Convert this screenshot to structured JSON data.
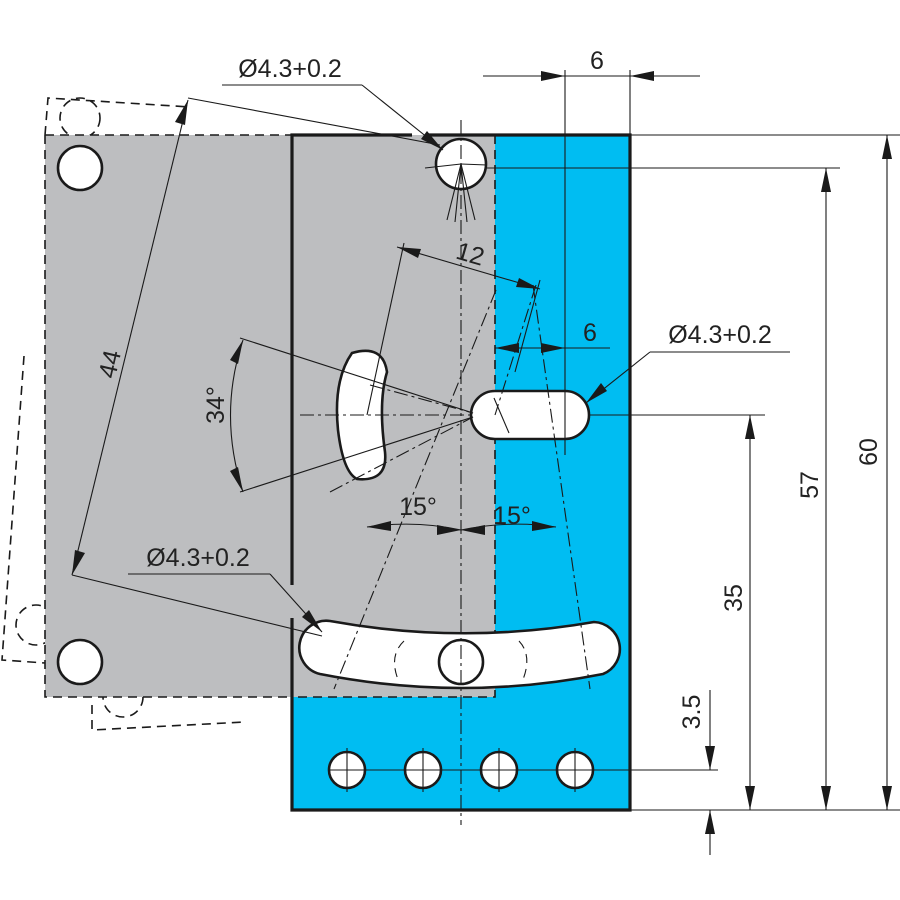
{
  "colors": {
    "bracket_fill": "#00BDF2",
    "plate_fill": "#BDBEC0",
    "line": "#1A1A1A",
    "background": "#FFFFFF"
  },
  "dimensions": {
    "hole_top": "Ø4.3+0.2",
    "hole_slot": "Ø4.3+0.2",
    "hole_arc": "Ø4.3+0.2",
    "width_top": "6",
    "width_slot": "6",
    "slot_width": "12",
    "radius": "44",
    "angle_tilt": "34°",
    "angle_left": "15°",
    "angle_right": "15°",
    "height_57": "57",
    "height_60": "60",
    "height_35": "35",
    "height_3_5": "3.5"
  }
}
